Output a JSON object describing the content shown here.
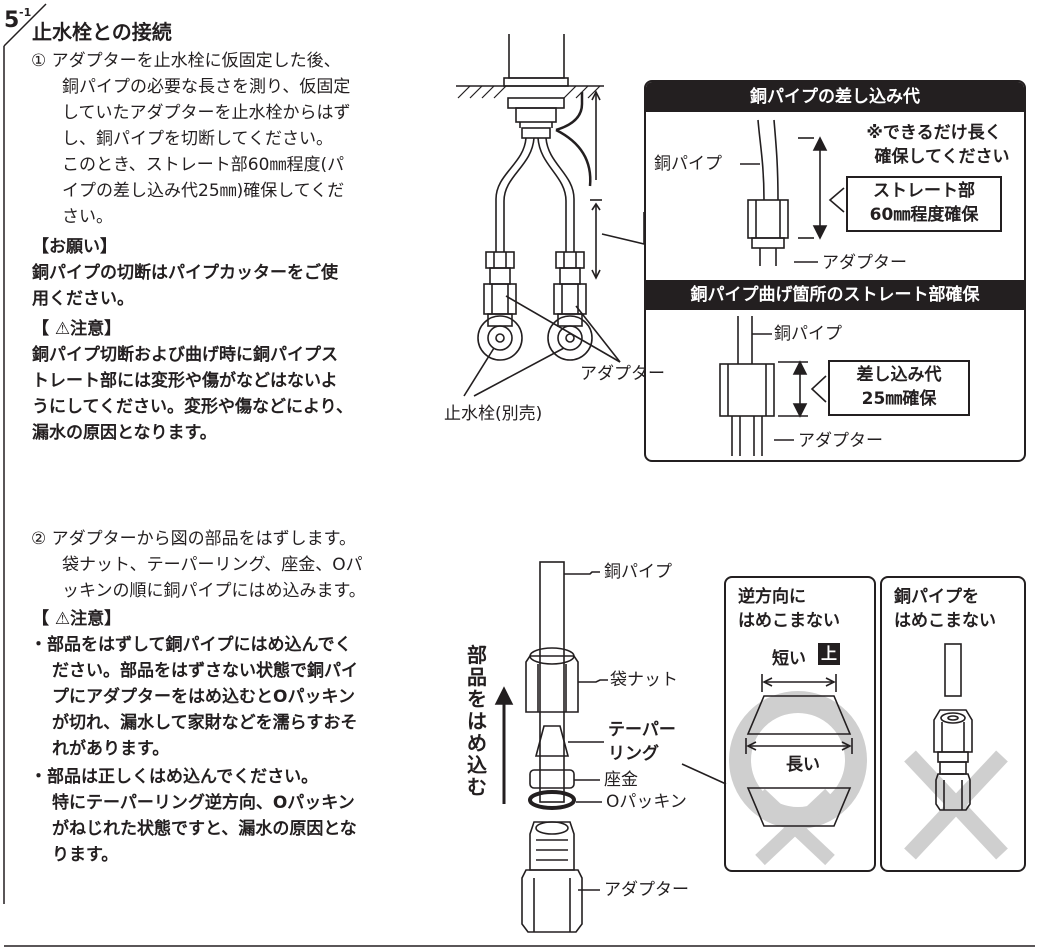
{
  "section": {
    "number": "5",
    "sub": "-1",
    "title": "止水栓との接続"
  },
  "step1": {
    "lines": [
      "① アダプターを止水栓に仮固定した後、",
      "銅パイプの必要な長さを測り、仮固定",
      "していたアダプターを止水栓からはず",
      "し、銅パイプを切断してください。",
      "このとき、ストレート部60㎜程度(パ",
      "イプの差し込み代25㎜)確保してくだ",
      "さい。"
    ],
    "request_title": "【お願い】",
    "request_lines": [
      "銅パイプの切断はパイプカッターをご使",
      "用ください。"
    ],
    "caution_title": "【 ⚠注意】",
    "caution_lines": [
      "銅パイプ切断および曲げ時に銅パイプス",
      "トレート部には変形や傷がなどはないよ",
      "うにしてください。変形や傷などにより、",
      "漏水の原因となります。"
    ]
  },
  "fig1": {
    "label_adapter": "アダプター",
    "label_valve": "止水栓(別売)"
  },
  "detail1": {
    "header": "銅パイプの差し込み代",
    "label_pipe": "銅パイプ",
    "note_lines": [
      "※できるだけ長く",
      "確保してください"
    ],
    "box_lines": [
      "ストレート部",
      "60㎜程度確保"
    ],
    "label_adapter": "アダプター"
  },
  "detail2": {
    "header": "銅パイプ曲げ箇所のストレート部確保",
    "label_pipe": "銅パイプ",
    "box_lines": [
      "差し込み代",
      "25㎜確保"
    ],
    "label_adapter": "アダプター"
  },
  "step2": {
    "lines": [
      "② アダプターから図の部品をはずします。",
      "袋ナット、テーパーリング、座金、Oパ",
      "ッキンの順に銅パイプにはめ込みます。"
    ],
    "caution_title": "【 ⚠注意】",
    "caution_lines": [
      "・部品をはずして銅パイプにはめ込んでく",
      "ださい。部品をはずさない状態で銅パイ",
      "プにアダプターをはめ込むとOパッキン",
      "が切れ、漏水して家財などを濡らすおそ",
      "れがあります。",
      "・部品は正しくはめ込んでください。",
      "特にテーパーリング逆方向、Oパッキン",
      "がねじれた状態ですと、漏水の原因とな",
      "ります。"
    ]
  },
  "fig2": {
    "vertical_text": [
      "部",
      "品",
      "を",
      "は",
      "め",
      "込",
      "む"
    ],
    "label_pipe": "銅パイプ",
    "label_nut": "袋ナット",
    "label_taper_1": "テーパー",
    "label_taper_2": "リング",
    "label_washer": "座金",
    "label_packing": "Oパッキン",
    "label_adapter": "アダプター"
  },
  "wrong1": {
    "title_lines": [
      "逆方向に",
      "はめこまない"
    ],
    "short_label": "短い",
    "top_badge": "上",
    "long_label": "長い"
  },
  "wrong2": {
    "title_lines": [
      "銅パイプを",
      "はめこまない"
    ]
  },
  "colors": {
    "ink": "#231f20",
    "gray_mark": "#cfcfcf",
    "background": "#ffffff"
  }
}
